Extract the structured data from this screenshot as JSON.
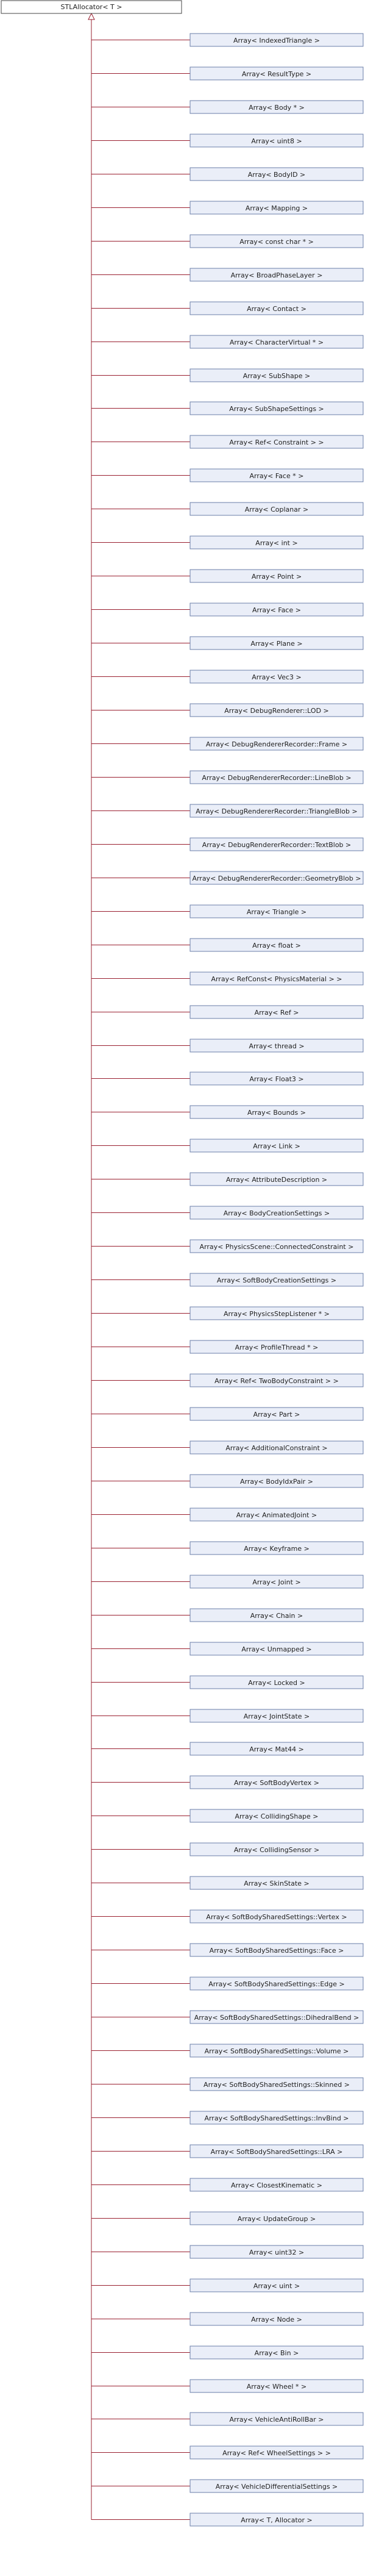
{
  "diagram": {
    "base_class": "STLAllocator< T >",
    "colors": {
      "edge": "#9a2030",
      "node_fill": "#eaeef8",
      "node_border": "#6a7ea8",
      "root_fill": "#ffffff",
      "root_border": "#444444"
    },
    "derived_classes": [
      "Array< IndexedTriangle >",
      "Array< ResultType >",
      "Array< Body * >",
      "Array< uint8 >",
      "Array< BodyID >",
      "Array< Mapping >",
      "Array< const char * >",
      "Array< BroadPhaseLayer >",
      "Array< Contact >",
      "Array< CharacterVirtual * >",
      "Array< SubShape >",
      "Array< SubShapeSettings >",
      "Array< Ref< Constraint > >",
      "Array< Face * >",
      "Array< Coplanar >",
      "Array< int >",
      "Array< Point >",
      "Array< Face >",
      "Array< Plane >",
      "Array< Vec3 >",
      "Array< DebugRenderer::LOD >",
      "Array< DebugRendererRecorder::Frame >",
      "Array< DebugRendererRecorder::LineBlob >",
      "Array< DebugRendererRecorder::TriangleBlob >",
      "Array< DebugRendererRecorder::TextBlob >",
      "Array< DebugRendererRecorder::GeometryBlob >",
      "Array< Triangle >",
      "Array< float >",
      "Array< RefConst< PhysicsMaterial > >",
      "Array< Ref >",
      "Array< thread >",
      "Array< Float3 >",
      "Array< Bounds >",
      "Array< Link >",
      "Array< AttributeDescription >",
      "Array< BodyCreationSettings >",
      "Array< PhysicsScene::ConnectedConstraint >",
      "Array< SoftBodyCreationSettings >",
      "Array< PhysicsStepListener * >",
      "Array< ProfileThread * >",
      "Array< Ref< TwoBodyConstraint > >",
      "Array< Part >",
      "Array< AdditionalConstraint >",
      "Array< BodyIdxPair >",
      "Array< AnimatedJoint >",
      "Array< Keyframe >",
      "Array< Joint >",
      "Array< Chain >",
      "Array< Unmapped >",
      "Array< Locked >",
      "Array< JointState >",
      "Array< Mat44 >",
      "Array< SoftBodyVertex >",
      "Array< CollidingShape >",
      "Array< CollidingSensor >",
      "Array< SkinState >",
      "Array< SoftBodySharedSettings::Vertex >",
      "Array< SoftBodySharedSettings::Face >",
      "Array< SoftBodySharedSettings::Edge >",
      "Array< SoftBodySharedSettings::DihedralBend >",
      "Array< SoftBodySharedSettings::Volume >",
      "Array< SoftBodySharedSettings::Skinned >",
      "Array< SoftBodySharedSettings::InvBind >",
      "Array< SoftBodySharedSettings::LRA >",
      "Array< ClosestKinematic >",
      "Array< UpdateGroup >",
      "Array< uint32 >",
      "Array< uint >",
      "Array< Node >",
      "Array< Bin >",
      "Array< Wheel * >",
      "Array< VehicleAntiRollBar >",
      "Array< Ref< WheelSettings > >",
      "Array< VehicleDifferentialSettings >",
      "Array< T, Allocator >"
    ]
  }
}
